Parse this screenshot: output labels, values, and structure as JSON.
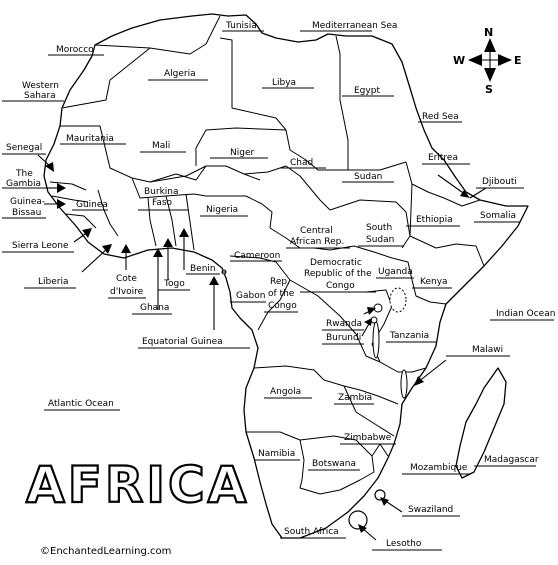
{
  "map": {
    "title": "AFRICA",
    "copyright": "©EnchantedLearning.com",
    "compass": {
      "north": "N",
      "south": "S",
      "east": "E",
      "west": "W"
    },
    "labels": {
      "tunisia": "Tunisia",
      "mediterranean_sea": "Mediterranean Sea",
      "morocco": "Morocco",
      "algeria": "Algeria",
      "libya": "Libya",
      "egypt": "Egypt",
      "western_sahara_1": "Western",
      "western_sahara_2": "Sahara",
      "red_sea": "Red Sea",
      "mauritania": "Mauritania",
      "mali": "Mali",
      "niger": "Niger",
      "chad": "Chad",
      "sudan": "Sudan",
      "eritrea": "Eritrea",
      "senegal": "Senegal",
      "gambia_1": "The",
      "gambia_2": "Gambia",
      "djibouti": "Djibouti",
      "guinea_bissau_1": "Guinea-",
      "guinea_bissau_2": "Bissau",
      "guinea": "Guinea",
      "burkina_faso_1": "Burkina",
      "burkina_faso_2": "Faso",
      "nigeria": "Nigeria",
      "ethiopia": "Ethiopia",
      "somalia": "Somalia",
      "south_sudan_1": "South",
      "south_sudan_2": "Sudan",
      "car_1": "Central",
      "car_2": "African Rep.",
      "sierra_leone": "Sierra Leone",
      "cameroon": "Cameroon",
      "benin": "Benin",
      "togo": "Togo",
      "cote_1": "Cote",
      "cote_2": "d'Ivoire",
      "liberia": "Liberia",
      "ghana": "Ghana",
      "drc_1": "Democratic",
      "drc_2": "Republic of the",
      "drc_3": "Congo",
      "uganda": "Uganda",
      "kenya": "Kenya",
      "roc_1": "Rep.",
      "roc_2": "of the",
      "roc_3": "Congo",
      "gabon": "Gabon",
      "equatorial_guinea": "Equatorial Guinea",
      "indian_ocean": "Indian Ocean",
      "rwanda": "Rwanda",
      "burundi": "Burundi",
      "tanzania": "Tanzania",
      "malawi": "Malawi",
      "angola": "Angola",
      "zambia": "Zambia",
      "atlantic_ocean": "Atlantic Ocean",
      "zimbabwe": "Zimbabwe",
      "namibia": "Namibia",
      "botswana": "Botswana",
      "mozambique": "Mozambique",
      "madagascar": "Madagascar",
      "swaziland": "Swaziland",
      "south_africa": "South Africa",
      "lesotho": "Lesotho"
    }
  }
}
